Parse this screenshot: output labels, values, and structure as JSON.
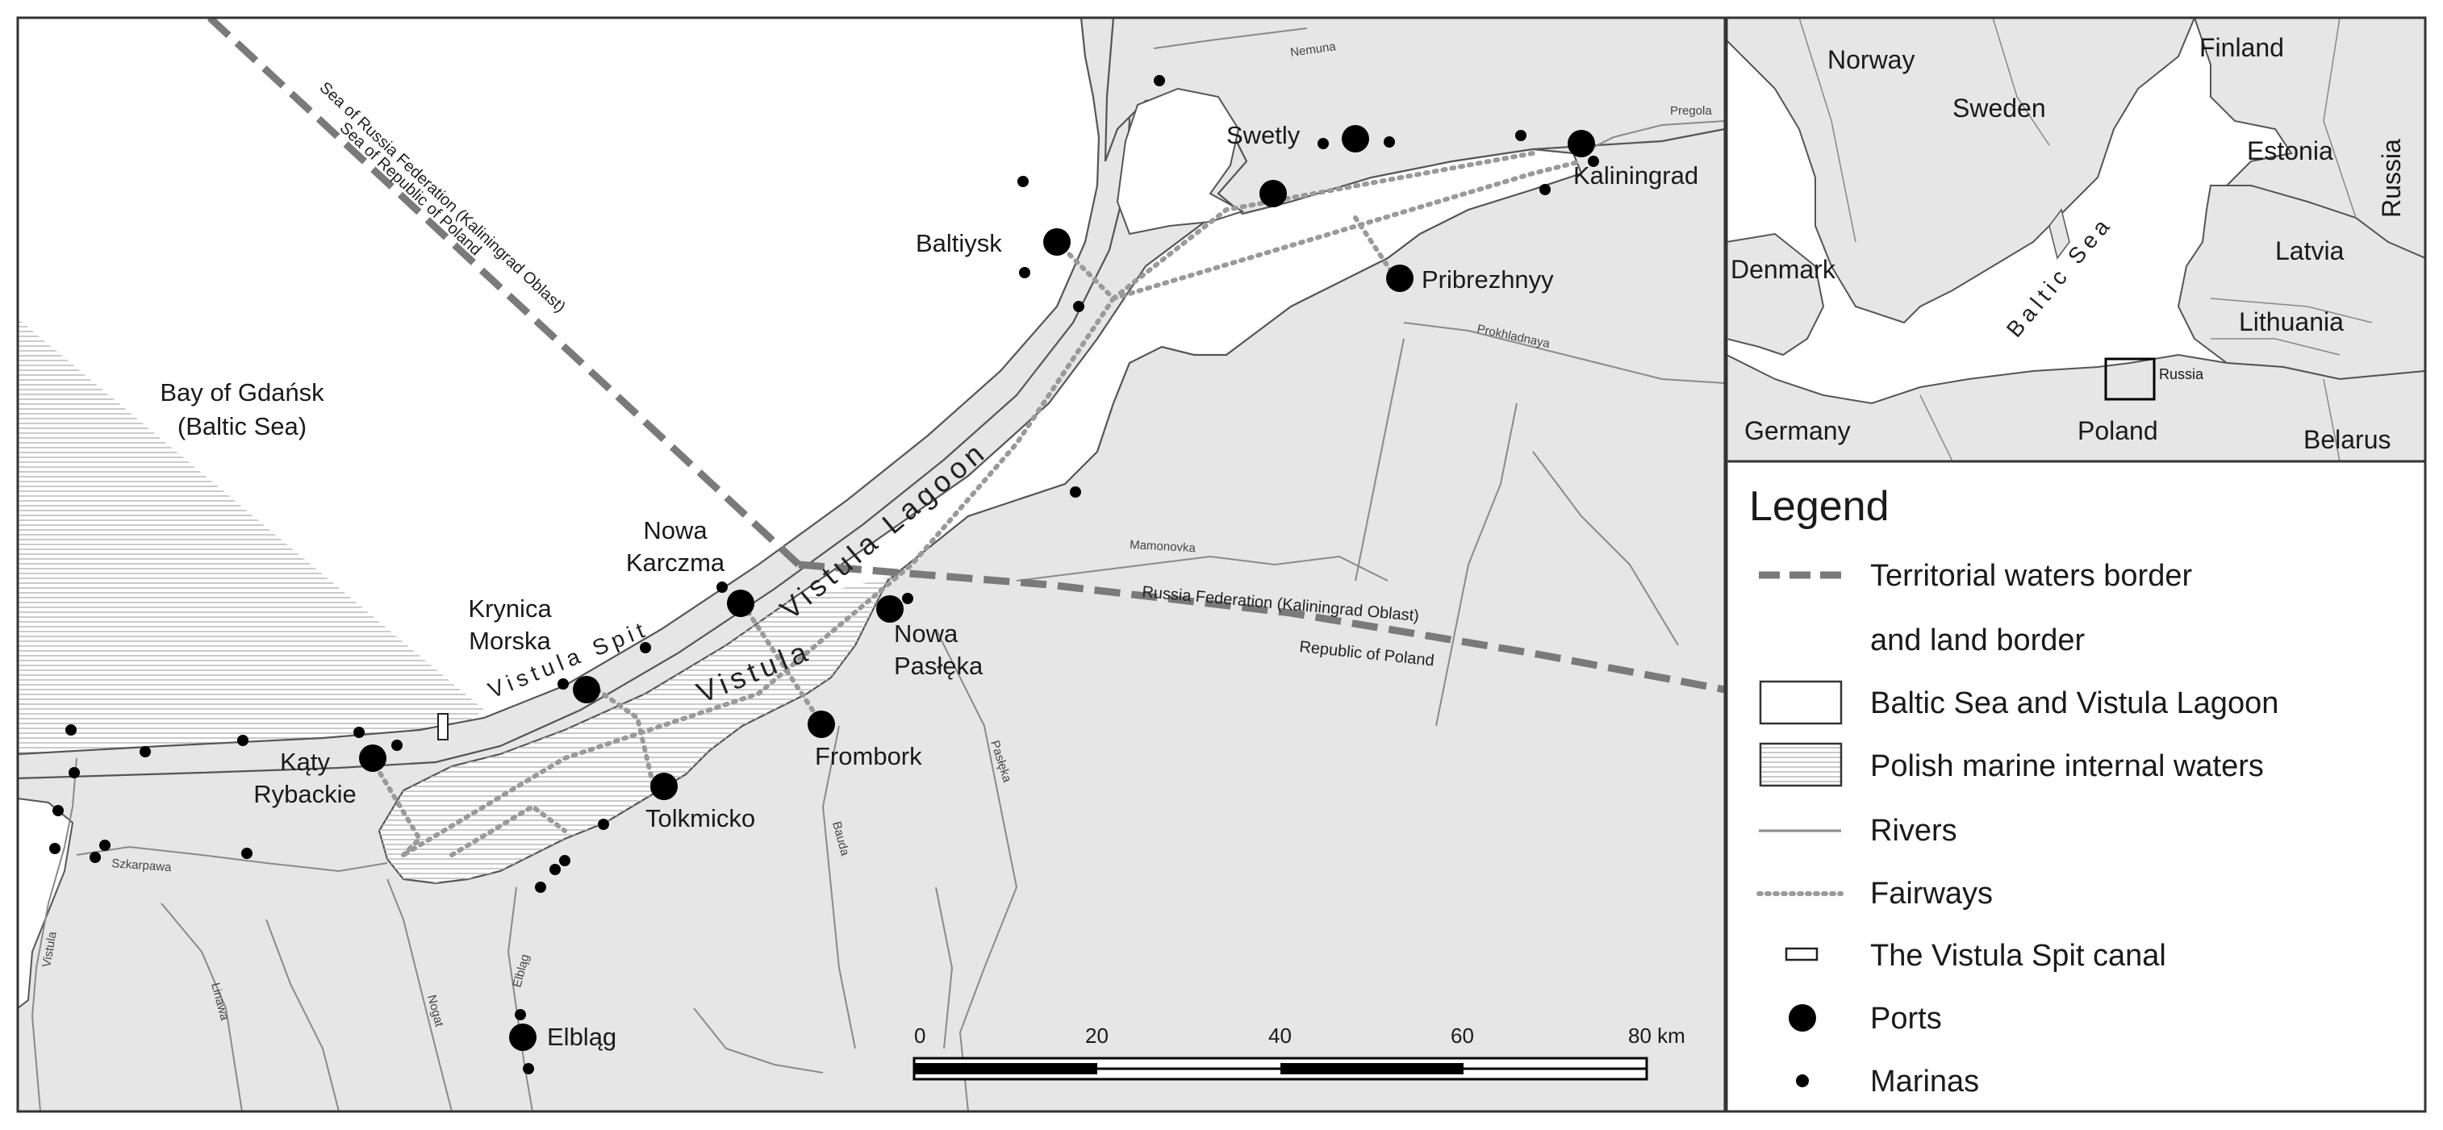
{
  "map_main": {
    "sea_label": [
      "Bay of Gdańsk",
      "(Baltic Sea)"
    ],
    "spit_label": "Vistula Spit",
    "lagoon_label_1": "Vistula Lagoon",
    "lagoon_label_2": "Vistula",
    "border_labels": {
      "sea_upper": "Sea of Russia Federation (Kaliningrad Oblast)",
      "sea_lower": "Sea of Republic of Poland",
      "land_upper": "Russia Federation (Kaliningrad Oblast)",
      "land_lower": "Republic of Poland"
    },
    "ports": [
      "Baltiysk",
      "Swetly",
      "Kaliningrad",
      "Pribrezhnyy",
      "Nowa Karczma",
      "Krynica Morska",
      "Nowa Pasłęka",
      "Frombork",
      "Tolkmicko",
      "Kąty Rybackie",
      "Elbląg"
    ],
    "port_labels": {
      "baltiysk": "Baltiysk",
      "swetly": "Swetly",
      "kaliningrad": "Kaliningrad",
      "pribrezhnyy": "Pribrezhnyy",
      "nowa_karczma": [
        "Nowa",
        "Karczma"
      ],
      "krynica_morska": [
        "Krynica",
        "Morska"
      ],
      "nowa_pasleka": [
        "Nowa",
        "Pasłęka"
      ],
      "frombork": "Frombork",
      "tolkmicko": "Tolkmicko",
      "katy_rybackie": [
        "Kąty",
        "Rybackie"
      ],
      "elblag": "Elbląg"
    },
    "river_labels": {
      "nemunas": "Nemuna",
      "pregola": "Pregola",
      "prokhladnaya": "Prokhladnaya",
      "mamonovka": "Mamonovka",
      "pasleka": "Pasłęka",
      "bauda": "Bauda",
      "szkarpawa": "Szkarpawa",
      "vistula": "Vistula",
      "linawa": "Linawa",
      "nogat": "Nogat",
      "elblag": "Elbląg"
    },
    "scale_bar": {
      "ticks": [
        "0",
        "20",
        "40",
        "60",
        "80 km"
      ]
    }
  },
  "inset": {
    "countries": [
      "Norway",
      "Sweden",
      "Finland",
      "Estonia",
      "Russia",
      "Latvia",
      "Denmark",
      "Lithuania",
      "Germany",
      "Poland",
      "Belarus"
    ],
    "sea_label": "Baltic Sea",
    "small_label": "Russia"
  },
  "legend": {
    "title": "Legend",
    "items": [
      {
        "label": "Territorial waters border"
      },
      {
        "label": "and land border"
      },
      {
        "label": "Baltic Sea and Vistula Lagoon"
      },
      {
        "label": "Polish marine internal waters"
      },
      {
        "label": "Rivers"
      },
      {
        "label": "Fairways"
      },
      {
        "label": "The Vistula Spit canal"
      },
      {
        "label": "Ports"
      },
      {
        "label": "Marinas"
      }
    ]
  },
  "colors": {
    "land": "#e6e6e6",
    "water": "#ffffff",
    "border_dash": "#7a7a7a",
    "fairway": "#9a9a9a",
    "river": "#8a8a8a",
    "port": "#000000",
    "hatch": "#bdbdbd"
  }
}
